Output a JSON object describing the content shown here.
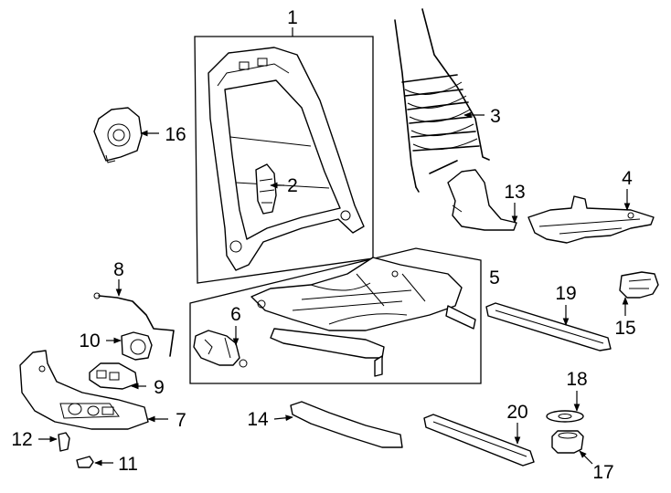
{
  "callouts": {
    "n1": "1",
    "n2": "2",
    "n3": "3",
    "n4": "4",
    "n5": "5",
    "n6": "6",
    "n7": "7",
    "n8": "8",
    "n9": "9",
    "n10": "10",
    "n11": "11",
    "n12": "12",
    "n13": "13",
    "n14": "14",
    "n15": "15",
    "n16": "16",
    "n17": "17",
    "n18": "18",
    "n19": "19",
    "n20": "20"
  },
  "colors": {
    "line": "#000000",
    "background": "#ffffff"
  }
}
